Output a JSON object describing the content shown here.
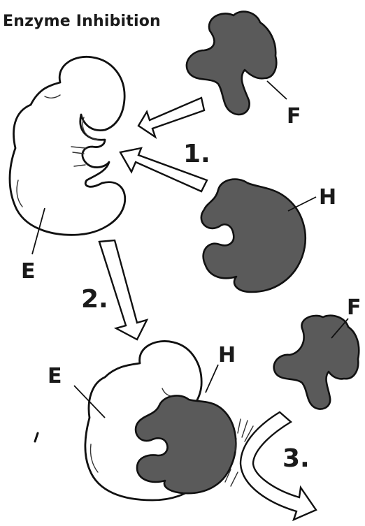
{
  "title": "Enzyme Inhibition",
  "labels": {
    "enzyme_top": "E",
    "molecule_f_top": "F",
    "molecule_h_top": "H",
    "enzyme_bottom": "E",
    "molecule_h_bottom": "H",
    "molecule_f_bottom": "F"
  },
  "steps": {
    "step1": "1.",
    "step2": "2.",
    "step3": "3."
  },
  "colors": {
    "inhibitor_fill": "#5a5a5a",
    "outline": "#111111",
    "background": "#ffffff"
  }
}
